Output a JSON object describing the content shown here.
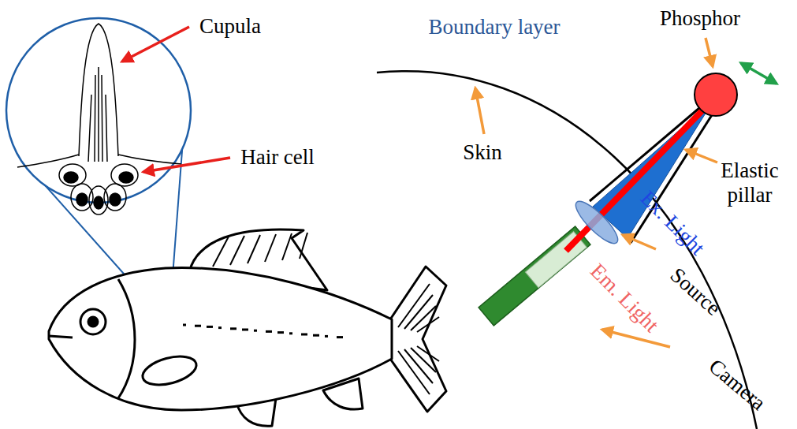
{
  "diagram": {
    "labels": [
      "Cupula",
      "Hair cell",
      "Boundary layer",
      "Phosphor",
      "Skin",
      "Elastic pillar",
      "Ex. Light",
      "Source",
      "Em. Light",
      "Camera"
    ]
  }
}
